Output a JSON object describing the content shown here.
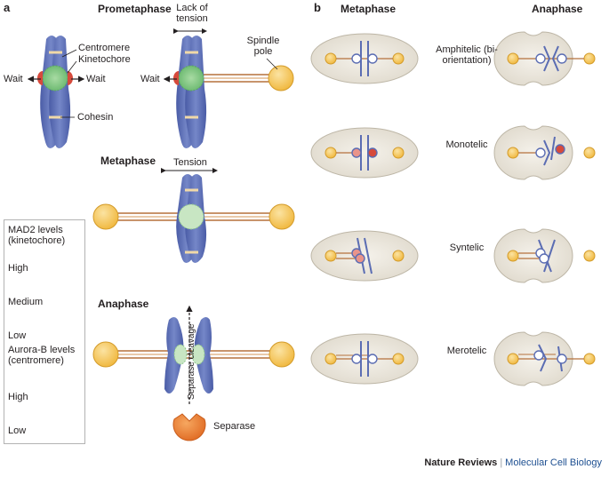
{
  "panel_a": {
    "label": "a",
    "prometaphase": {
      "title": "Prometaphase",
      "lack_of_tension": "Lack of tension",
      "centromere": "Centromere",
      "kinetochore": "Kinetochore",
      "wait": "Wait",
      "cohesin": "Cohesin",
      "spindle_pole": "Spindle pole"
    },
    "metaphase": {
      "title": "Metaphase",
      "tension": "Tension"
    },
    "anaphase": {
      "title": "Anaphase",
      "separase_cleavage": "Separase cleavage",
      "separase": "Separase"
    }
  },
  "legend": {
    "mad2_title": "MAD2 levels (kinetochore)",
    "mad2_levels": [
      "High",
      "Medium",
      "Low"
    ],
    "aurora_title": "Aurora-B levels (centromere)",
    "aurora_levels": [
      "High",
      "Low"
    ]
  },
  "panel_b": {
    "label": "b",
    "col_metaphase": "Metaphase",
    "col_anaphase": "Anaphase",
    "rows": [
      "Amphitelic (bi-orientation)",
      "Monotelic",
      "Syntelic",
      "Merotelic"
    ]
  },
  "credit": {
    "journal": "Nature Reviews",
    "separator": "|",
    "section": "Molecular Cell Biology"
  },
  "colors": {
    "chromosome": "#5b6db3",
    "pole": "#f5c04a",
    "microtubule": "#b5713c",
    "mad2_high": "#d64a3c",
    "mad2_medium": "#e9948a",
    "mad2_low": "#f8dcd6",
    "aurora_high": "#7fc47f",
    "aurora_low": "#c8e6c3",
    "separase": "#ee7d2f",
    "cell": "#e8e4da"
  }
}
